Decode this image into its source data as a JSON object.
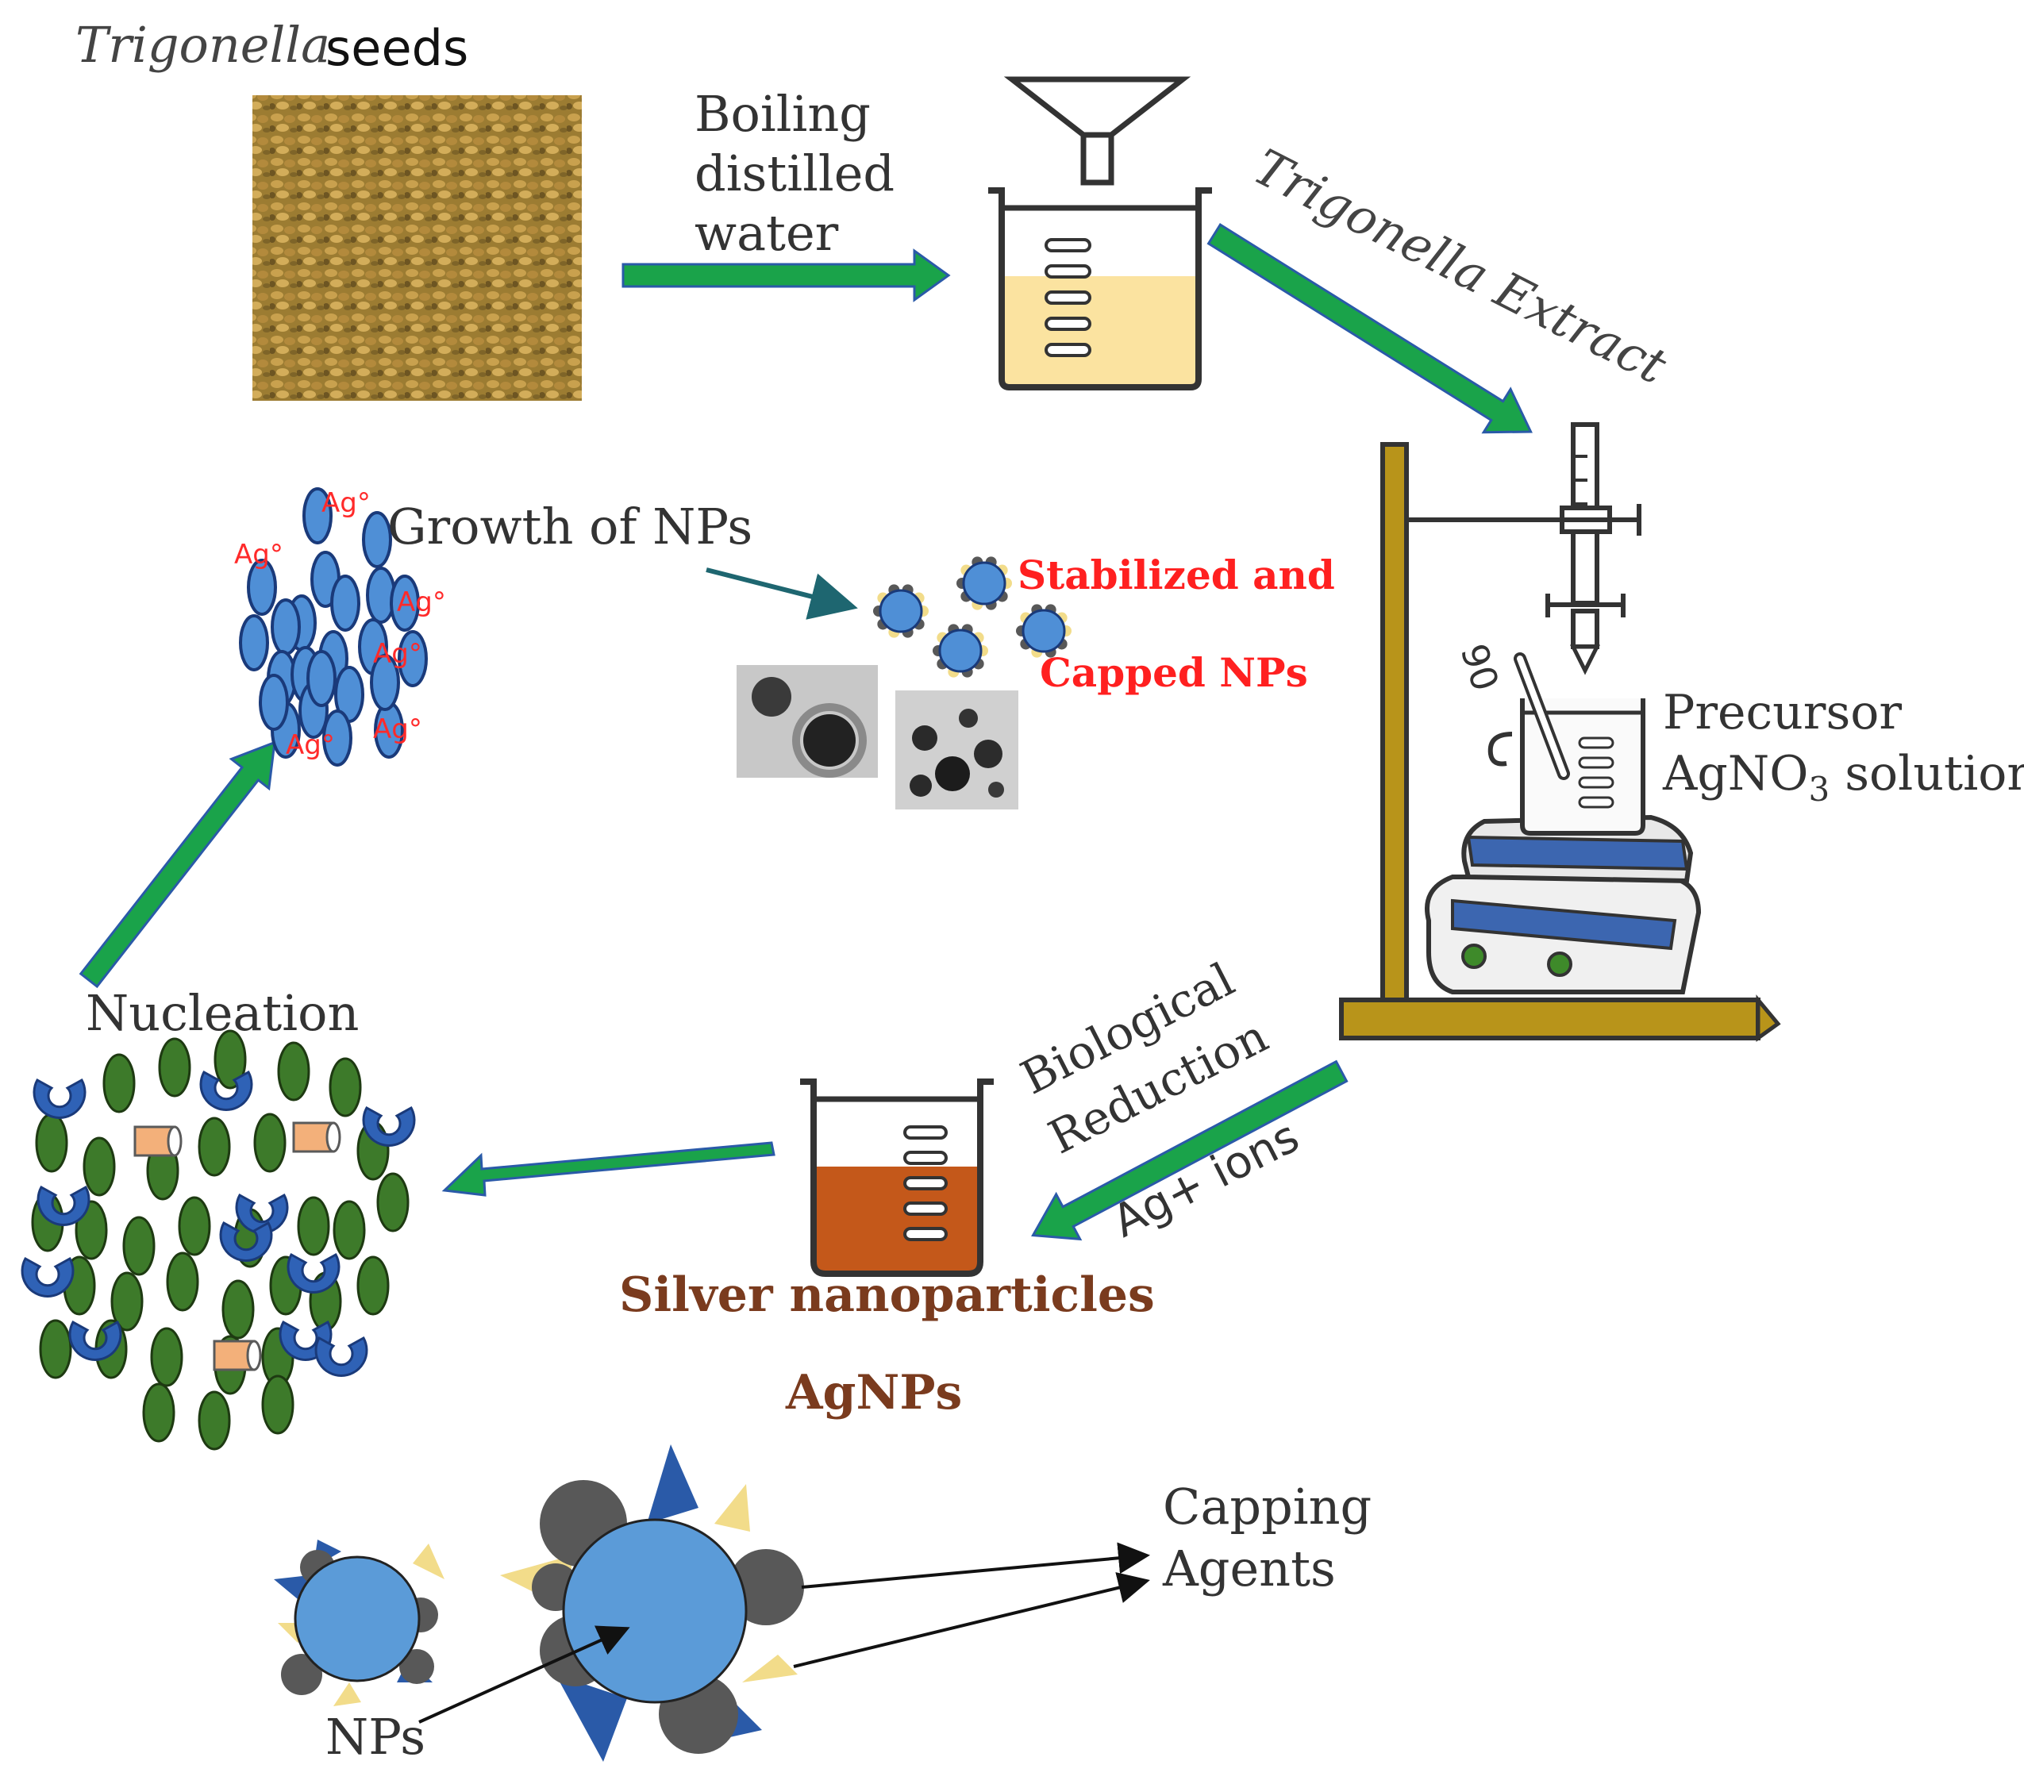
{
  "labels": {
    "trigonella_italic": "Trigonella",
    "seeds": "seeds",
    "boiling_line1": "Boiling",
    "boiling_line2": "distilled",
    "boiling_line3": "water",
    "extract": "Trigonella Extract",
    "precursor_line1": "Precursor",
    "precursor_line2_prefix": "AgNO",
    "precursor_line2_sub": "3",
    "precursor_line2_suffix": " solution",
    "thermometer_mark": "90",
    "bio_line1": "Biological",
    "bio_line2": "Reduction",
    "ag_ions": "Ag+ ions",
    "silver_np": "Silver nanoparticles",
    "agnps": "AgNPs",
    "nucleation": "Nucleation",
    "growth": "Growth of NPs",
    "stab_line1": "Stabilized and",
    "stab_line2": "Capped NPs",
    "capping_line1": "Capping",
    "capping_line2": "Agents",
    "nps": "NPs",
    "ag0": "Ag°"
  },
  "colors": {
    "flow_arrow": "#1aa34a",
    "flow_arrow_edge": "#2a5aa8",
    "np_blue": "#4f8fd6",
    "leaf_green": "#3d7a2a",
    "capping_dark": "#585858",
    "capping_yellow": "#f2dc8a",
    "stand_gold": "#b8941a",
    "extract_fill": "#fbe3a0",
    "silver_fill": "#c4581a",
    "red_text": "#ff2020",
    "brown_text": "#7a3b1e"
  }
}
